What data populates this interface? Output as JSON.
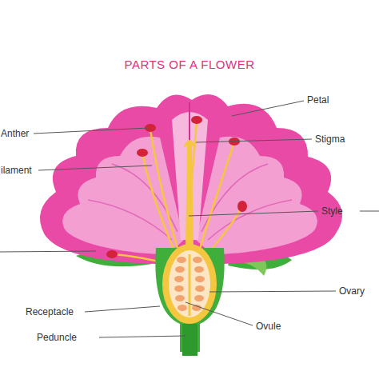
{
  "diagram": {
    "title": "PARTS OF A FLOWER",
    "labels": [
      "Petal",
      "Anther",
      "Stigma",
      "ilament",
      "Style",
      "Ovary",
      "Receptacle",
      "Ovule",
      "Peduncle"
    ]
  }
}
